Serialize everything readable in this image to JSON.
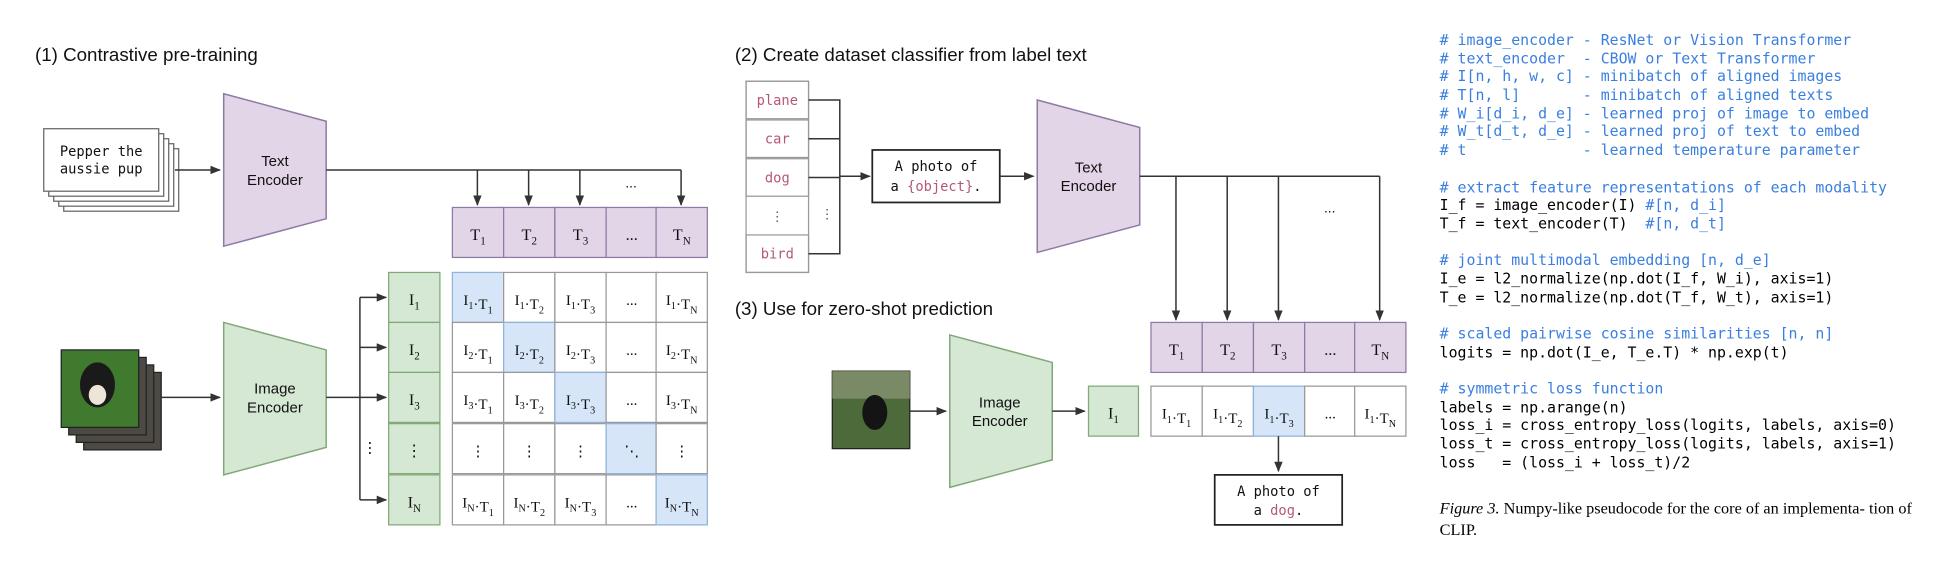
{
  "panel1": {
    "title": "(1) Contrastive pre-training",
    "text_input": [
      "Pepper the",
      "aussie pup"
    ],
    "text_encoder": [
      "Text",
      "Encoder"
    ],
    "image_encoder": [
      "Image",
      "Encoder"
    ],
    "text_tokens": [
      "T1",
      "T2",
      "T3",
      "...",
      "TN"
    ],
    "image_tokens": [
      "I1",
      "I2",
      "I3",
      "⋮",
      "IN"
    ],
    "matrix": [
      [
        "I1·T1",
        "I1·T2",
        "I1·T3",
        "...",
        "I1·TN"
      ],
      [
        "I2·T1",
        "I2·T2",
        "I2·T3",
        "...",
        "I2·TN"
      ],
      [
        "I3·T1",
        "I3·T2",
        "I3·T3",
        "...",
        "I3·TN"
      ],
      [
        "⋮",
        "⋮",
        "⋮",
        "⋱",
        "⋮"
      ],
      [
        "IN·T1",
        "IN·T2",
        "IN·T3",
        "...",
        "IN·TN"
      ]
    ],
    "top_ellipsis": "...",
    "side_ellipsis": "⋮"
  },
  "panel2": {
    "title": "(2) Create dataset classifier from label text",
    "labels": [
      "plane",
      "car",
      "dog",
      "⋮",
      "bird"
    ],
    "side_ellipsis": "⋮",
    "template": {
      "line1": "A photo of",
      "line2_prefix": "a ",
      "placeholder": "{object}",
      "line2_suffix": "."
    },
    "text_encoder": [
      "Text",
      "Encoder"
    ],
    "top_ellipsis": "...",
    "text_tokens": [
      "T1",
      "T2",
      "T3",
      "...",
      "TN"
    ]
  },
  "panel3": {
    "title": "(3) Use for zero-shot prediction",
    "image_encoder": [
      "Image",
      "Encoder"
    ],
    "image_token": "I1",
    "row": [
      "I1·T1",
      "I1·T2",
      "I1·T3",
      "...",
      "I1·TN"
    ],
    "output": {
      "line1": "A photo of",
      "line2_prefix": "a ",
      "object": "dog",
      "line2_suffix": "."
    }
  },
  "code": [
    {
      "t": "# image_encoder - ResNet or Vision Transformer",
      "c": true
    },
    {
      "t": "# text_encoder  - CBOW or Text Transformer",
      "c": true
    },
    {
      "t": "# I[n, h, w, c] - minibatch of aligned images",
      "c": true
    },
    {
      "t": "# T[n, l]       - minibatch of aligned texts",
      "c": true
    },
    {
      "t": "# W_i[d_i, d_e] - learned proj of image to embed",
      "c": true
    },
    {
      "t": "# W_t[d_t, d_e] - learned proj of text to embed",
      "c": true
    },
    {
      "t": "# t             - learned temperature parameter",
      "c": true
    },
    {
      "t": "",
      "c": false
    },
    {
      "t": "# extract feature representations of each modality",
      "c": true
    },
    {
      "t": "I_f = image_encoder(I) ",
      "c": false,
      "tail": "#[n, d_i]"
    },
    {
      "t": "T_f = text_encoder(T)  ",
      "c": false,
      "tail": "#[n, d_t]"
    },
    {
      "t": "",
      "c": false
    },
    {
      "t": "# joint multimodal embedding [n, d_e]",
      "c": true
    },
    {
      "t": "I_e = l2_normalize(np.dot(I_f, W_i), axis=1)",
      "c": false
    },
    {
      "t": "T_e = l2_normalize(np.dot(T_f, W_t), axis=1)",
      "c": false
    },
    {
      "t": "",
      "c": false
    },
    {
      "t": "# scaled pairwise cosine similarities [n, n]",
      "c": true
    },
    {
      "t": "logits = np.dot(I_e, T_e.T) * np.exp(t)",
      "c": false
    },
    {
      "t": "",
      "c": false
    },
    {
      "t": "# symmetric loss function",
      "c": true
    },
    {
      "t": "labels = np.arange(n)",
      "c": false
    },
    {
      "t": "loss_i = cross_entropy_loss(logits, labels, axis=0)",
      "c": false
    },
    {
      "t": "loss_t = cross_entropy_loss(logits, labels, axis=1)",
      "c": false
    },
    {
      "t": "loss   = (loss_i + loss_t)/2",
      "c": false
    }
  ],
  "caption": {
    "label": "Figure 3.",
    "text": " Numpy-like pseudocode for the core of an implementa- tion of CLIP."
  }
}
